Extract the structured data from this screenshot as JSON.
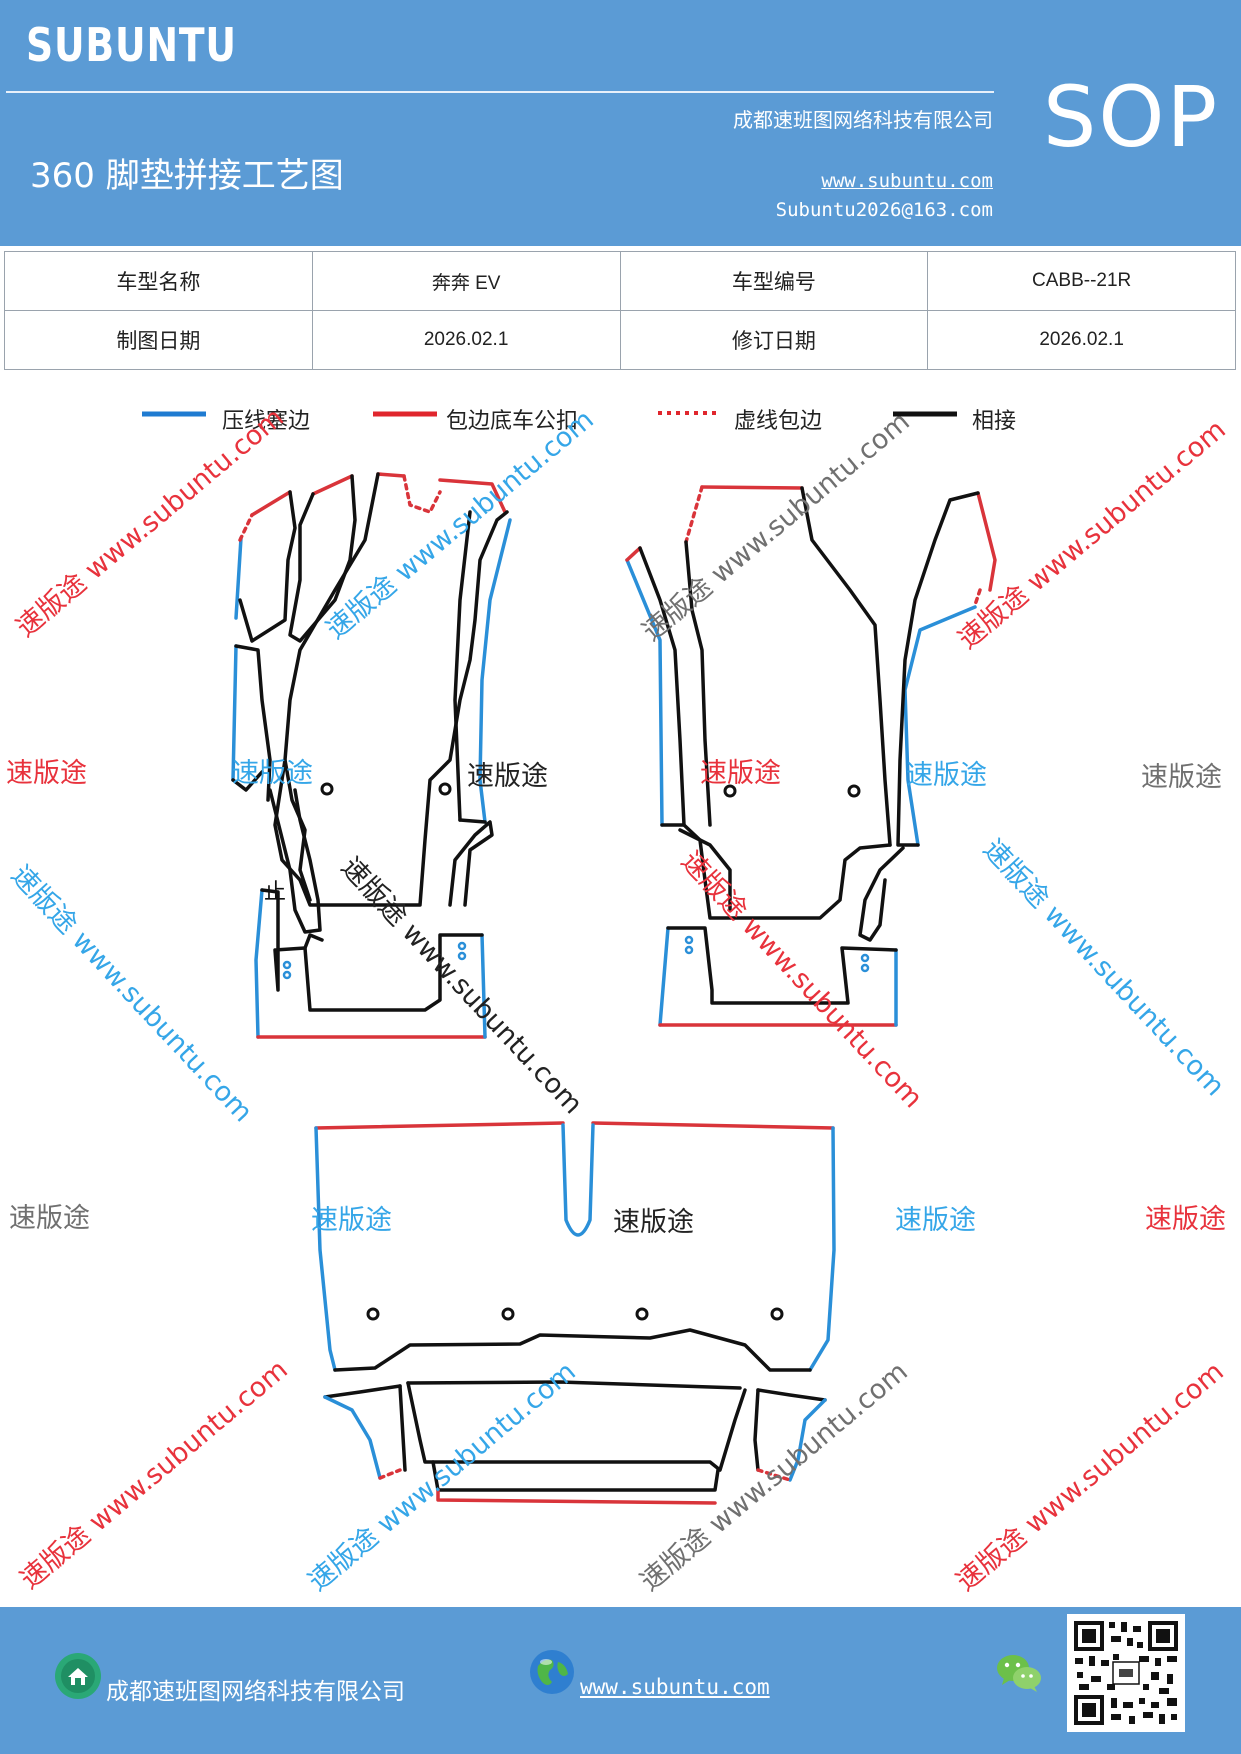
{
  "header": {
    "brand": "SUBUNTU",
    "company": "成都速班图网络科技有限公司",
    "title": "360 脚垫拼接工艺图",
    "website": "www.subuntu.com",
    "email": "Subuntu2026@163.com",
    "badge": "SOP"
  },
  "info_table": {
    "rows": [
      [
        {
          "text": "车型名称"
        },
        {
          "text": "奔奔 EV"
        },
        {
          "text": "车型编号"
        },
        {
          "text": "CABB--21R"
        }
      ],
      [
        {
          "text": "制图日期"
        },
        {
          "text": "2026.02.1"
        },
        {
          "text": "修订日期"
        },
        {
          "text": "2026.02.1"
        }
      ]
    ]
  },
  "legend": {
    "items": [
      {
        "label": "压线塞边",
        "color": "#1f7bd1",
        "style": "solid"
      },
      {
        "label": "包边底车公扣",
        "color": "#e0262d",
        "style": "solid"
      },
      {
        "label": "虚线包边",
        "color": "#e0262d",
        "style": "dotted"
      },
      {
        "label": "相接",
        "color": "#111111",
        "style": "solid"
      }
    ]
  },
  "diagram": {
    "marker": "止",
    "colors": {
      "blue": "#2a8fd8",
      "red": "#d9343a",
      "black": "#111111"
    }
  },
  "watermarks": {
    "brand": "速版途",
    "diagonal": "速版途 www.subuntu.com",
    "colors": {
      "red": "#e8323c",
      "blue": "#35a6e8",
      "gray": "#707070",
      "black": "#222222"
    }
  },
  "footer": {
    "company": "成都速班图网络科技有限公司",
    "website": "www.subuntu.com",
    "icons": [
      "home-icon",
      "globe-icon",
      "wechat-icon",
      "qr-code"
    ]
  }
}
